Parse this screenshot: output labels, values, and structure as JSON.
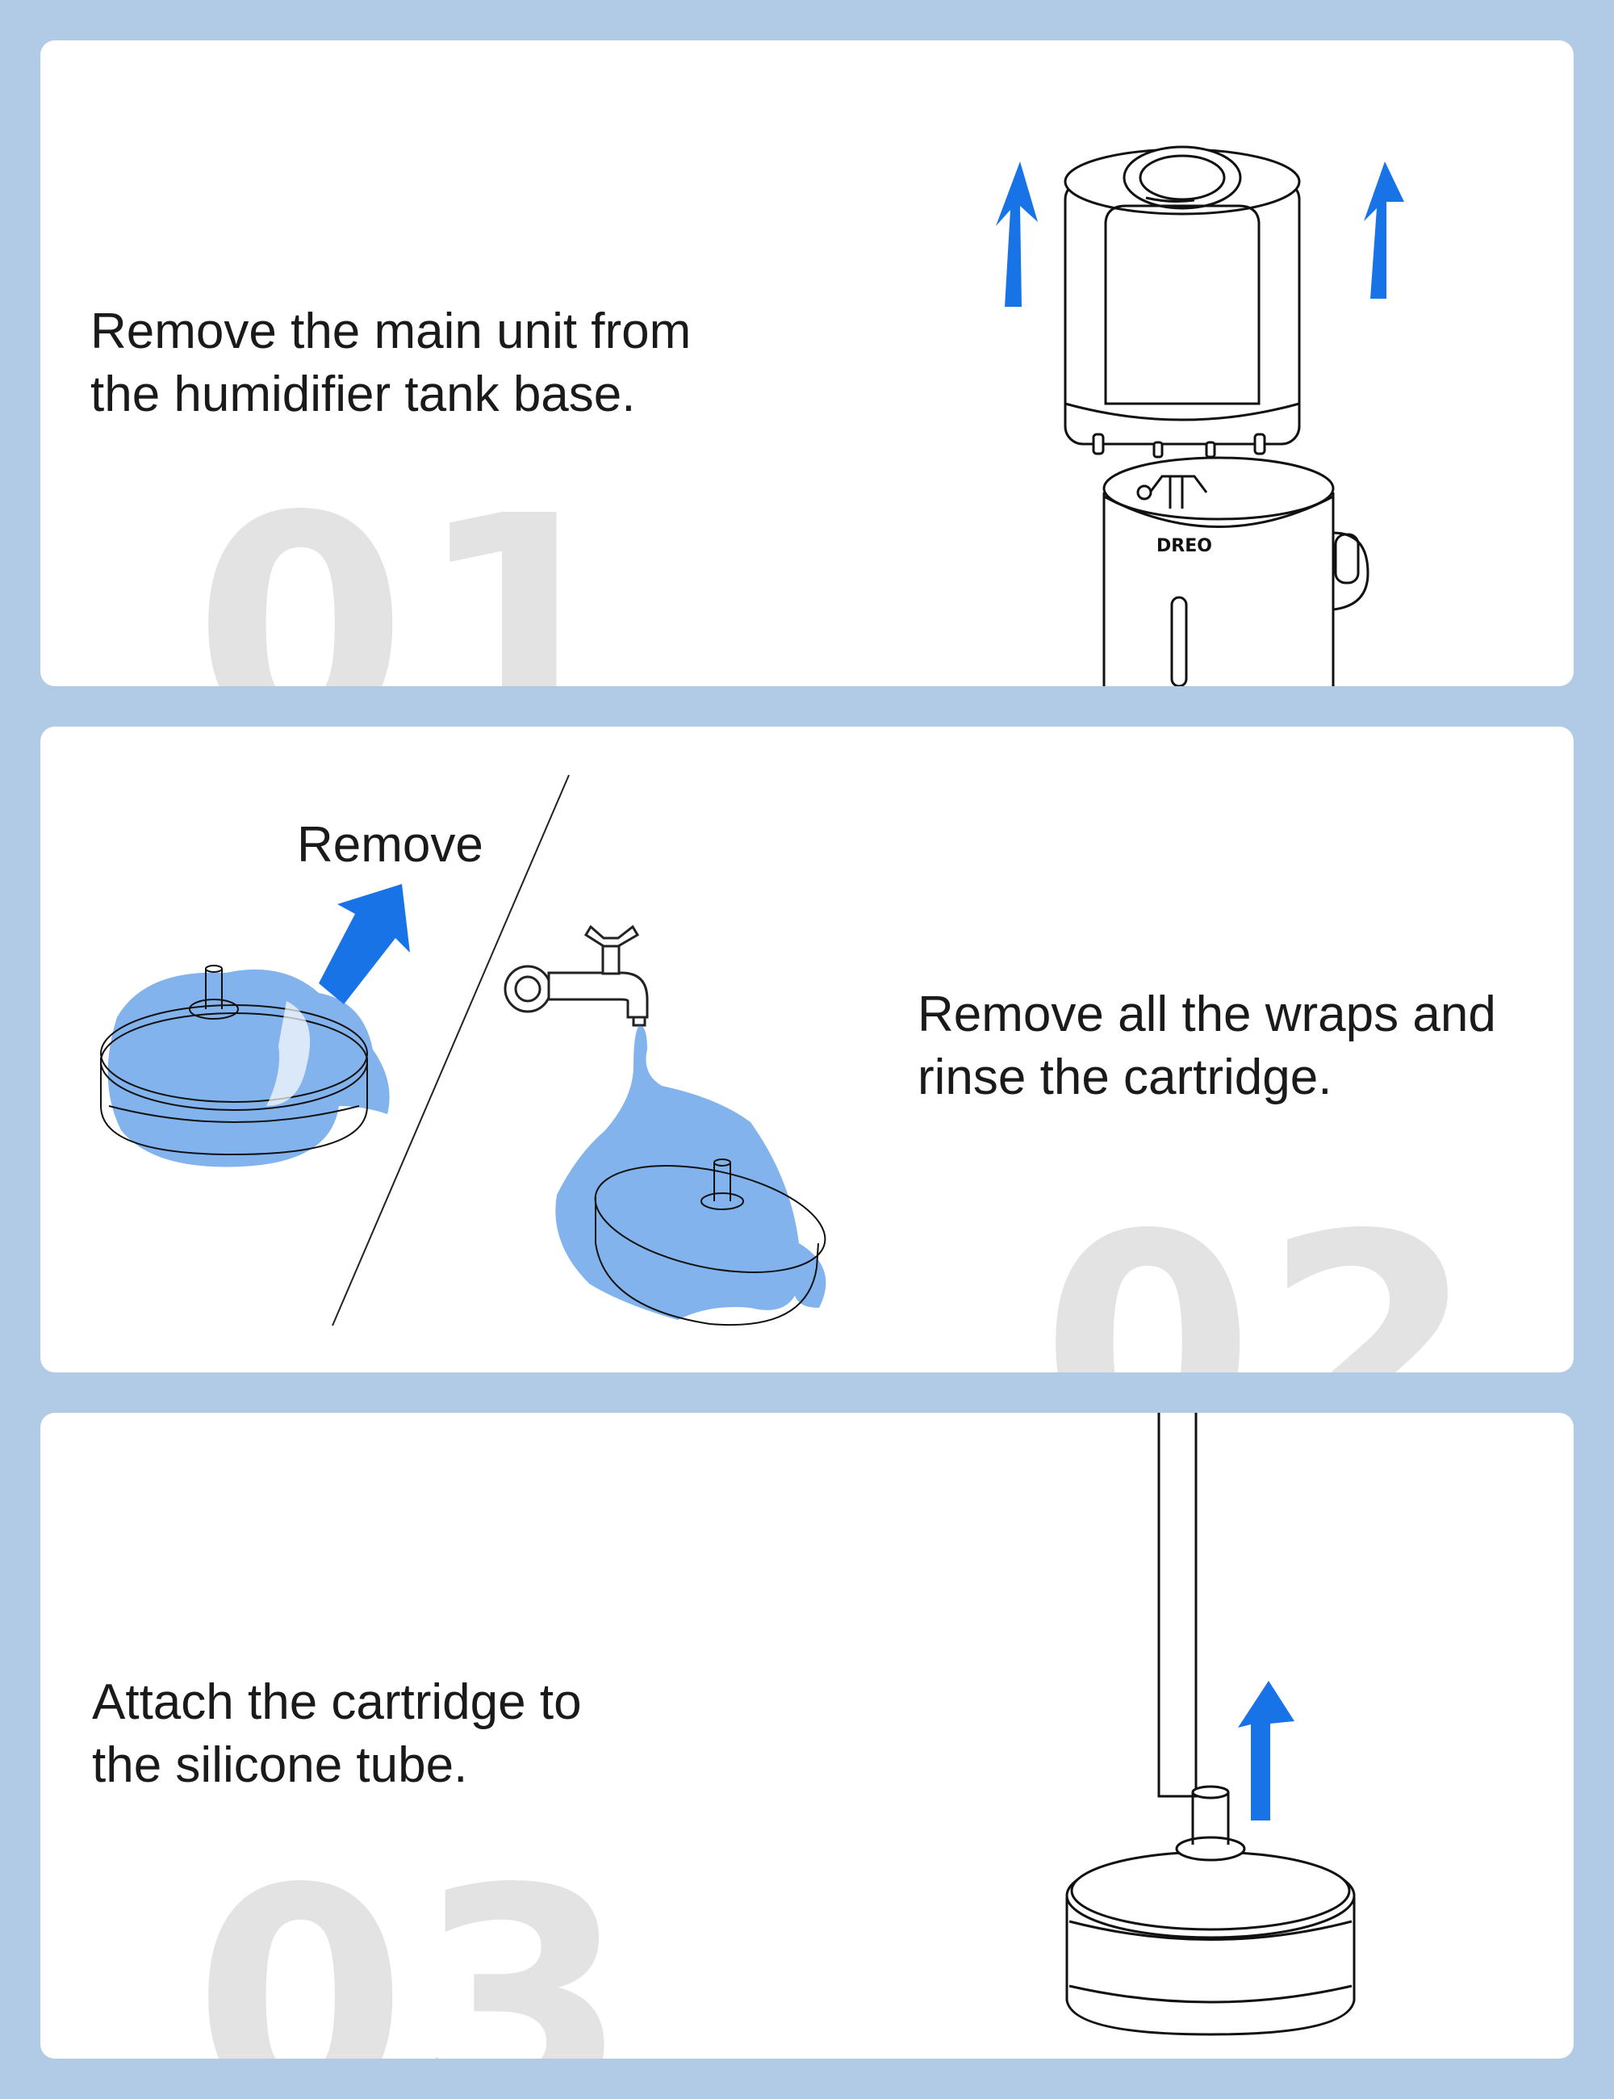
{
  "steps": [
    {
      "number": "01",
      "line1": "Remove the main unit from",
      "line2": "the humidifier tank base."
    },
    {
      "number": "02",
      "line1": "Remove all the wraps and",
      "line2": "rinse the cartridge.",
      "callout": "Remove"
    },
    {
      "number": "03",
      "line1": "Attach the cartridge to",
      "line2": "the silicone tube."
    }
  ],
  "brand_logo": "DREO",
  "colors": {
    "background": "#b1cae6",
    "panel": "#ffffff",
    "arrow_blue": "#1874e6",
    "water_blue": "#7fb3f0",
    "number_gray": "#e3e3e3"
  },
  "icons": [
    "up-arrow-icon",
    "faucet-icon",
    "water-splash-icon"
  ]
}
